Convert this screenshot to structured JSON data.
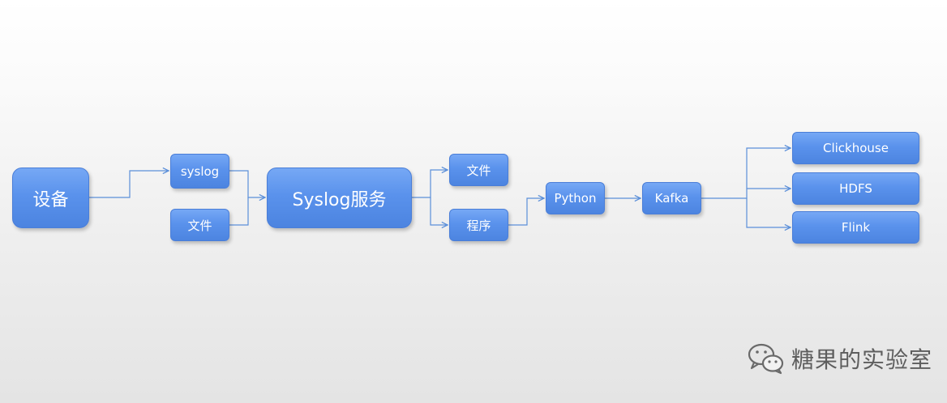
{
  "nodes": {
    "device": "设备",
    "syslog": "syslog",
    "file_input": "文件",
    "syslog_service": "Syslog服务",
    "file_output": "文件",
    "program": "程序",
    "python": "Python",
    "kafka": "Kafka",
    "clickhouse": "Clickhouse",
    "hdfs": "HDFS",
    "flink": "Flink"
  },
  "watermark": {
    "icon": "wechat-icon",
    "text": "糖果的实验室"
  },
  "colors": {
    "node_fill": "#5a92ec",
    "connector": "#5b8fd9",
    "watermark": "#5e5e5e"
  }
}
